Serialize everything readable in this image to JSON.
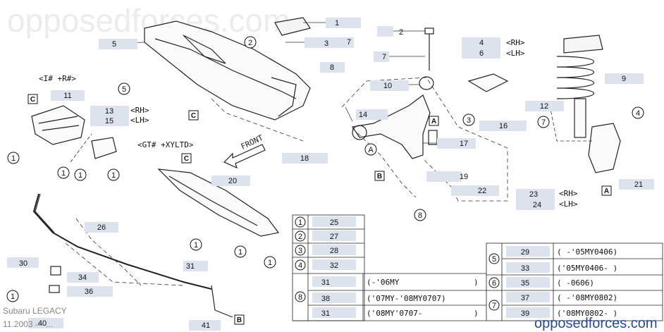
{
  "watermark": "opposedforces.com",
  "footer": {
    "model": "Subaru LEGACY",
    "date": "11.2003 — ...",
    "site": "opposedforces.com"
  },
  "annotations": {
    "top_left_spec": "<I# +R#>",
    "mid_spec": "<GT# +XYLTD>",
    "front_arrow": "FRONT",
    "rh": "<RH>",
    "lh": "<LH>"
  },
  "callouts": {
    "c1": "1",
    "c2": "2",
    "c3": "3",
    "c4": "4",
    "c5": "5",
    "c6": "6",
    "c7": "7",
    "c8": "8",
    "c9": "9",
    "c10": "10",
    "c11": "11",
    "c12": "12",
    "c13": "13",
    "c14": "14",
    "c15": "15",
    "c16": "16",
    "c17": "17",
    "c18": "18",
    "c19": "19",
    "c20": "20",
    "c21": "21",
    "c22": "22",
    "c23": "23",
    "c24": "24",
    "c26": "26",
    "c30": "30",
    "c31": "31",
    "c34": "34",
    "c36": "36",
    "c40": "40",
    "c41": "41"
  },
  "circle_marks": {
    "m1": "1",
    "m2": "2",
    "m3": "3",
    "m4": "4",
    "m5": "5",
    "m7": "7",
    "m8": "8"
  },
  "box_marks": {
    "a": "A",
    "b": "B",
    "c": "C"
  },
  "legend_left": [
    {
      "mark": "1",
      "part": "25"
    },
    {
      "mark": "2",
      "part": "27"
    },
    {
      "mark": "3",
      "part": "28"
    },
    {
      "mark": "4",
      "part": "32"
    }
  ],
  "legend_8": {
    "mark": "8",
    "rows": [
      {
        "part": "31",
        "range": "(-'06MY",
        "close": ")"
      },
      {
        "part": "38",
        "range": "('07MY-'08MY0707)",
        "close": ""
      },
      {
        "part": "31",
        "range": "('08MY'0707-",
        "close": ")"
      }
    ]
  },
  "legend_right": [
    {
      "mark": "5",
      "part": "29",
      "range": "(      -'05MY0406)"
    },
    {
      "mark": "",
      "part": "33",
      "range": "('05MY0406-      )"
    },
    {
      "mark": "6",
      "part": "35",
      "range": "(          -0606)"
    },
    {
      "mark": "7",
      "part": "37",
      "range": "(      -'08MY0802)"
    },
    {
      "mark": "",
      "part": "39",
      "range": "('08MY0802-      )"
    }
  ]
}
